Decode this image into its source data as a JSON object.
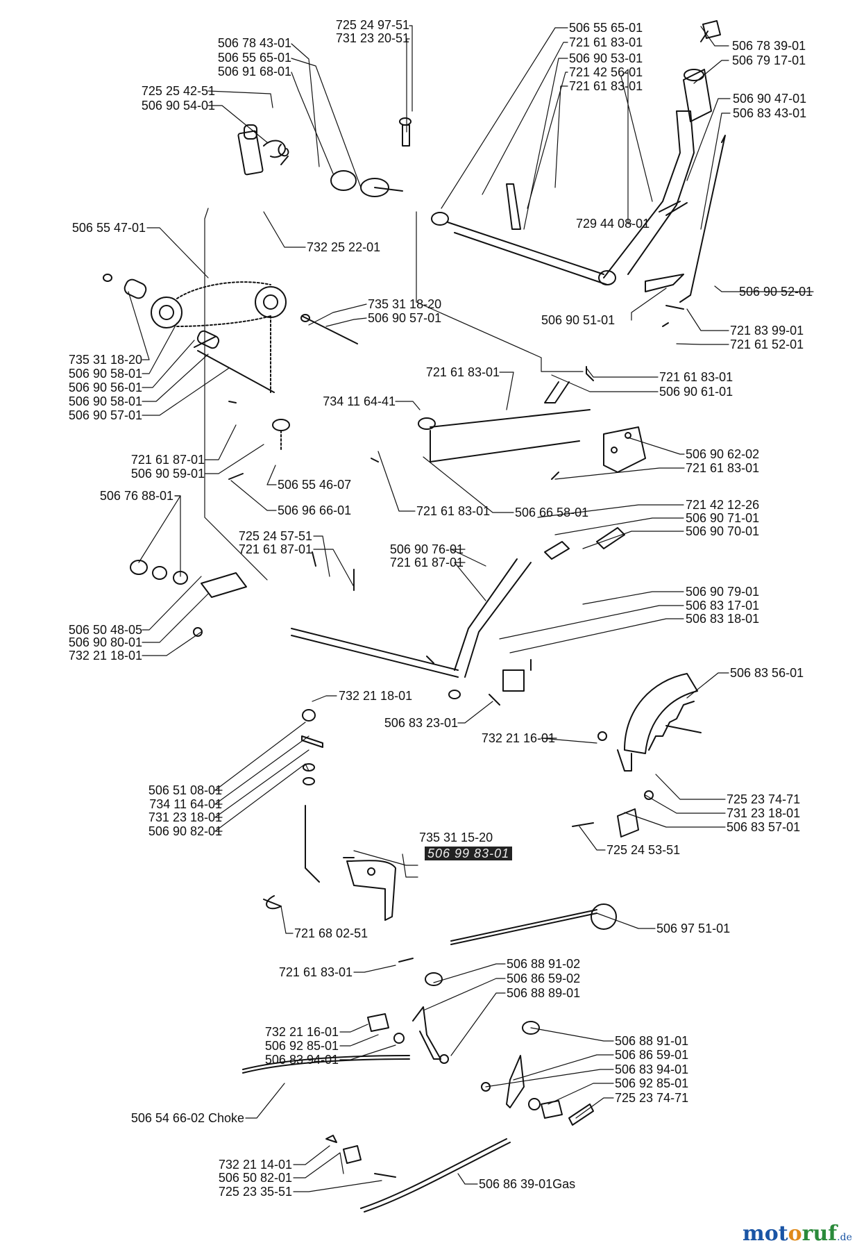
{
  "labels": {
    "l1": "725 24 97-51",
    "l2": "731 23 20-51",
    "l3": "506 78 43-01",
    "l4": "506 55 65-01",
    "l5": "506 91 68-01",
    "l6": "725 25 42-51",
    "l7": "506 90 54-01",
    "l8": "506 55 65-01",
    "l9": "721 61 83-01",
    "l10": "506 90 53-01",
    "l11": "721 42 56-01",
    "l12": "721 61 83-01",
    "l13": "506 78 39-01",
    "l14": "506 79 17-01",
    "l15": "506 90 47-01",
    "l16": "506 83 43-01",
    "l17": "729 44 08-01",
    "l18": "506 55 47-01",
    "l19": "732 25 22-01",
    "l20": "506 90 52-01",
    "l21": "735 31 18-20",
    "l22": "506 90 57-01",
    "l23": "506 90 51-01",
    "l24": "721 83 99-01",
    "l25": "721 61 52-01",
    "l26": "735 31 18-20",
    "l27": "506 90 58-01",
    "l28": "506 90 56-01",
    "l29": "506 90 58-01",
    "l30": "506 90 57-01",
    "l31": "721 61 83-01",
    "l32": "721 61 83-01",
    "l33": "506 90 61-01",
    "l34": "734 11 64-41",
    "l35": "506 90 62-02",
    "l36": "721 61 83-01",
    "l37": "721 61 87-01",
    "l38": "506 90 59-01",
    "l39": "506 55 46-07",
    "l40": "506 96 66-01",
    "l41": "721 61 83-01",
    "l42": "506 66 58-01",
    "l43": "506 76 88-01",
    "l44": "721 42 12-26",
    "l45": "506 90 71-01",
    "l46": "506 90 70-01",
    "l47": "725 24 57-51",
    "l48": "721 61 87-01",
    "l49": "506 90 76-01",
    "l50": "721 61 87-01",
    "l51": "506 90 79-01",
    "l52": "506 83 17-01",
    "l53": "506 83 18-01",
    "l54": "506 50 48-05",
    "l55": "506 90 80-01",
    "l56": "732 21 18-01",
    "l57": "506 83 56-01",
    "l58": "732 21 18-01",
    "l59": "506 83 23-01",
    "l60": "732 21 16-01",
    "l61": "506 51 08-01",
    "l62": "734 11 64-01",
    "l63": "731 23 18-01",
    "l64": "506 90 82-01",
    "l65": "725 23 74-71",
    "l66": "731 23 18-01",
    "l67": "506 83 57-01",
    "l68": "725 24 53-51",
    "l69": "735 31 15-20",
    "l70": "506 99 83-01",
    "l71": "721 68 02-51",
    "l72": "506 97 51-01",
    "l73": "721 61 83-01",
    "l74": "506 88 91-02",
    "l75": "506 86 59-02",
    "l76": "506 88 89-01",
    "l77": "732 21 16-01",
    "l78": "506 92 85-01",
    "l79": "506 83 94-01",
    "l80": "506 88 91-01",
    "l81": "506 86 59-01",
    "l82": "506 83 94-01",
    "l83": "506 92 85-01",
    "l84": "725 23 74-71",
    "l85": "506 54 66-02 Choke",
    "l86": "732 21 14-01",
    "l87": "506 50 82-01",
    "l88": "725 23 35-51",
    "l89": "506 86 39-01Gas"
  },
  "brand": {
    "main1": "mot",
    "main2": "o",
    "main3": "ruf",
    "tld": ".de"
  }
}
